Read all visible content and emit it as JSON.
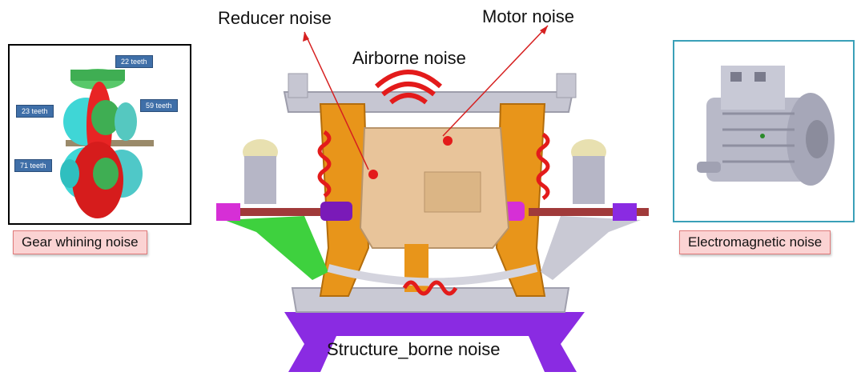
{
  "labels": {
    "reducer_noise": "Reducer noise",
    "motor_noise": "Motor noise",
    "airborne_noise": "Airborne noise",
    "structure_borne_noise": "Structure_borne noise",
    "gear_whining_noise": "Gear whining noise",
    "electromagnetic_noise": "Electromagnetic noise"
  },
  "gear_panel": {
    "teeth": [
      "22 teeth",
      "23 teeth",
      "59 teeth",
      "71 teeth"
    ]
  },
  "colors": {
    "wave_red": "#e31b1b",
    "arrow_red": "#d62020",
    "gear_frame": "#000000",
    "motor_frame": "#3aa0b8",
    "label_box": "#fbd3d3"
  }
}
